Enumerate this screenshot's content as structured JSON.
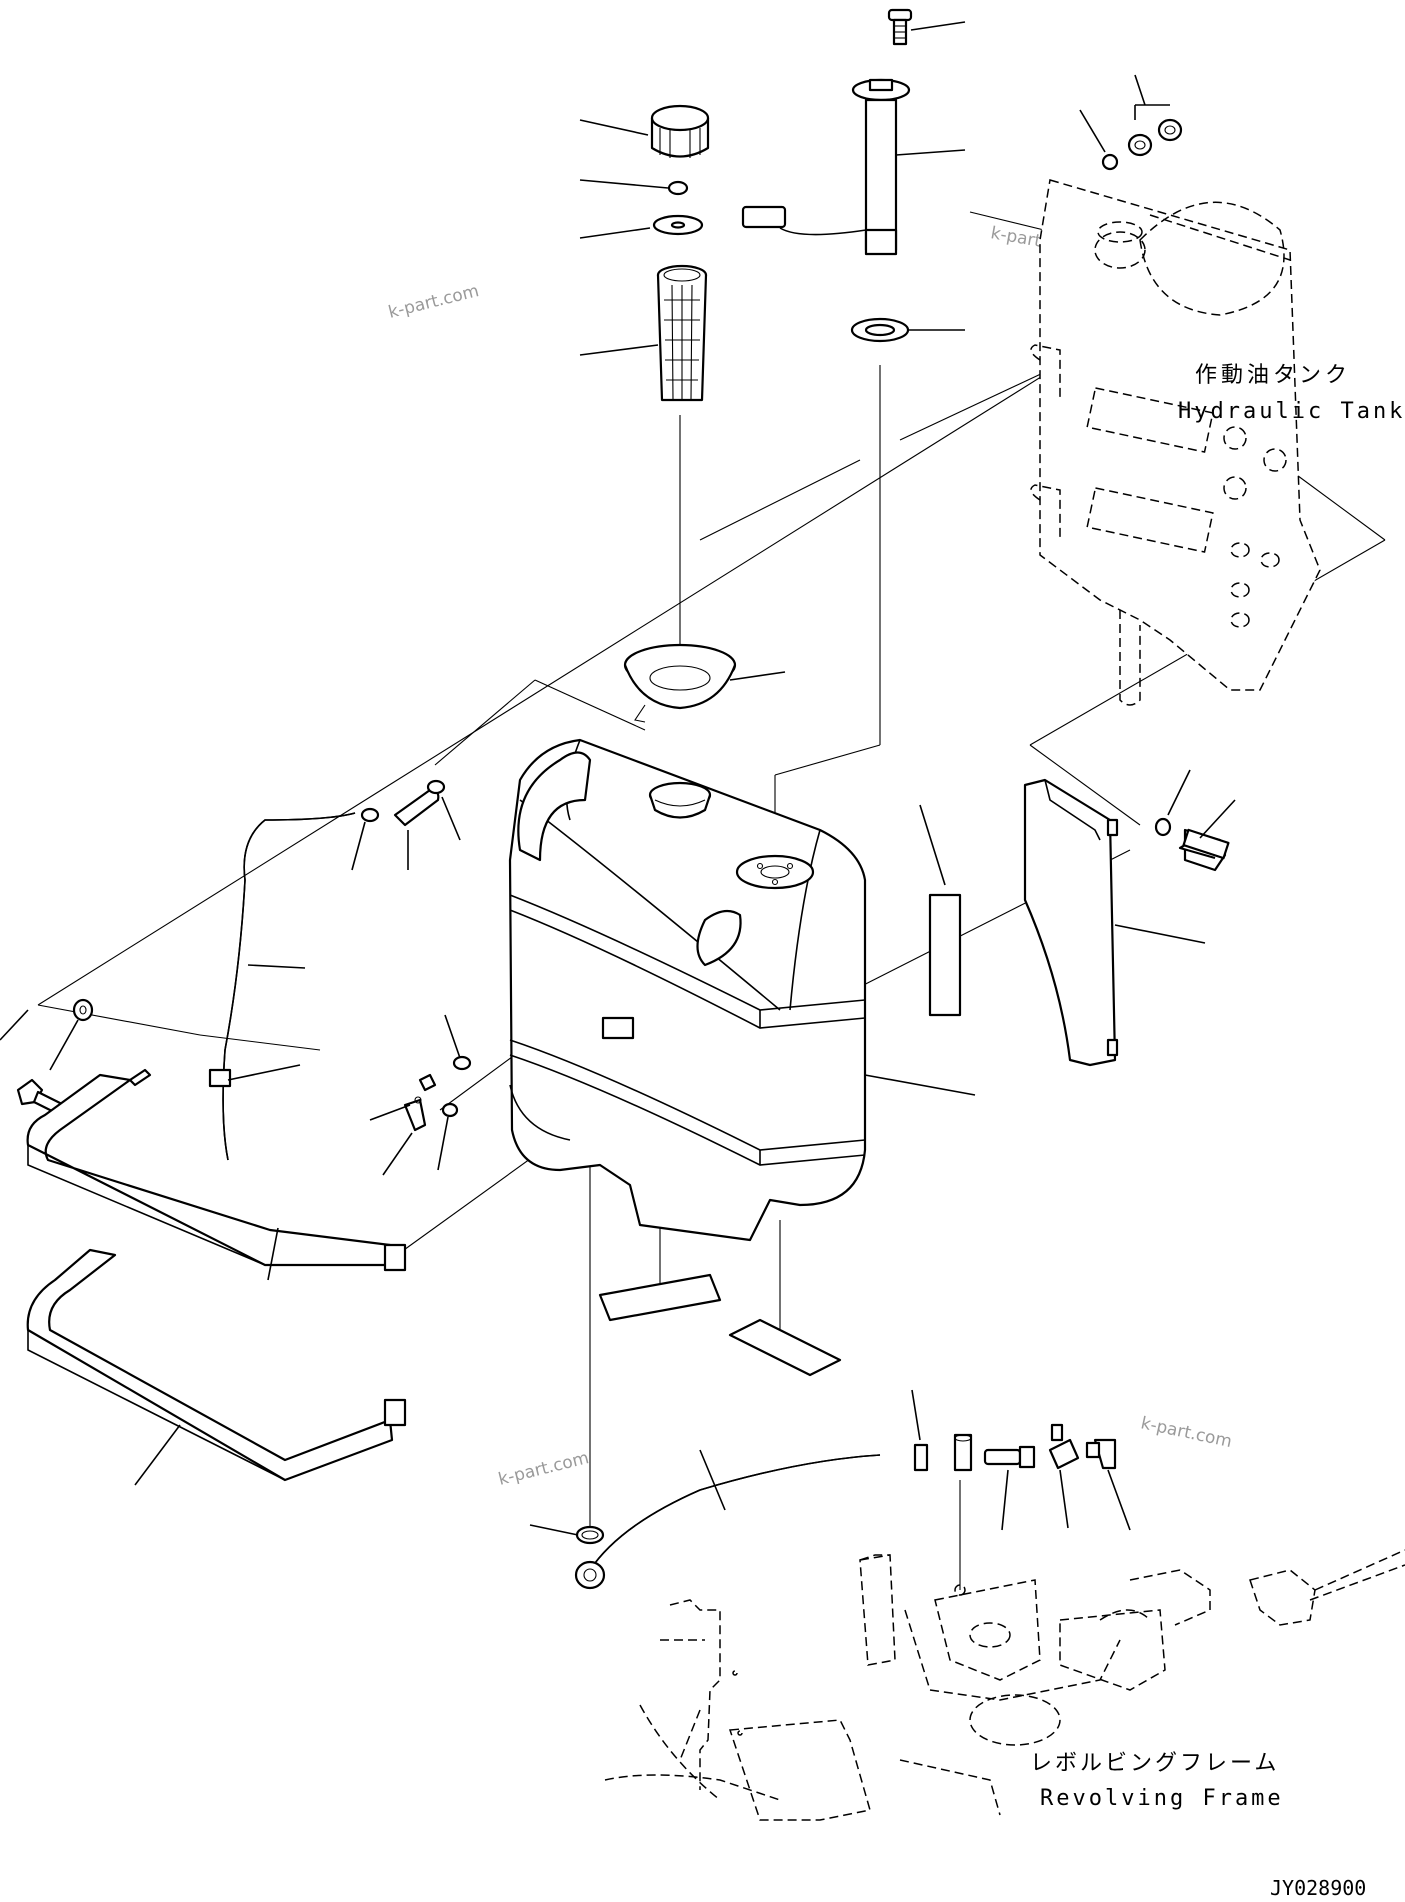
{
  "labels": {
    "hydraulic_tank_jp": "作動油タンク",
    "hydraulic_tank_en": "Hydraulic Tank",
    "revolving_frame_jp": "レボルビングフレーム",
    "revolving_frame_en": "Revolving Frame",
    "drawing_id": "JY028900"
  },
  "watermark": {
    "text": "k-part.com",
    "color": "#9a9a9a"
  },
  "colors": {
    "line": "#000000",
    "background": "#ffffff"
  },
  "icons": [
    "fuel-cap-icon",
    "strainer-icon",
    "fuel-level-sender-icon",
    "fuel-tank-icon",
    "tank-band-icon",
    "bracket-icon",
    "bolt-icon",
    "washer-icon",
    "hose-icon",
    "drain-valve-icon"
  ]
}
